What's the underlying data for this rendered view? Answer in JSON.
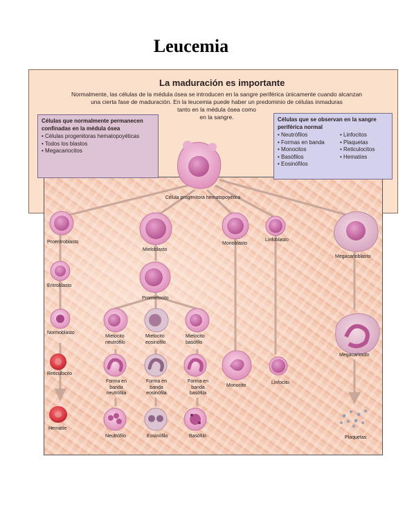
{
  "title": "Leucemia",
  "box": {
    "heading": "La maduración es importante",
    "intro_lines": [
      "Normalmente, las células de la médula ósea se introducen en la sangre periférica únicamente cuando alcanzan",
      "una cierta fase de maduración. En la leucemia puede haber un predominio de células inmaduras",
      "tanto en la médula ósea como",
      "en la sangre."
    ],
    "left_panel": {
      "title": "Células que normalmente permanecen confinadas en la médula ósea",
      "items": [
        "Células progenitoras hematopoyéticas",
        "Todos los blastos",
        "Megacariocitos"
      ]
    },
    "right_panel": {
      "title": "Células que se observan en la sangre periférica normal",
      "col1": [
        "Neutrófilos",
        "Formas en banda",
        "Monocitos",
        "Basófilos",
        "Eosinófilos"
      ],
      "col2": [
        "Linfocitos",
        "Plaquetas",
        "Reticulocitos",
        "Hematíes"
      ]
    }
  },
  "cells": {
    "progenitor": "Célula progenitora hematopoyética",
    "proeritroblasto": "Proeritroblasto",
    "eritroblasto": "Eritroblasto",
    "normoblasto": "Normoblasto",
    "reticulocito": "Reticulocito",
    "hematie": "Hematíe",
    "mieloblasto": "Mieloblasto",
    "promielocito": "Promielocito",
    "mielocito_neutrofilo": "Mielocito neutrófilo",
    "mielocito_eosinofilo": "Mielocito eosinófilo",
    "mielocito_basofilo": "Mielocito basófilo",
    "banda_neutrofila": "Forma en banda neutrófila",
    "banda_eosinofila": "Forma en banda eosinófila",
    "banda_basofila": "Forma en banda basófila",
    "neutrofilo": "Neutrófilo",
    "eosinofilo": "Eosinófilo",
    "basofilo": "Basófilo",
    "monoblasto": "Monoblasto",
    "monocito": "Monocito",
    "linfoblasto": "Linfoblasto",
    "linfocito": "Linfocito",
    "megacarioblasto": "Megacarioblasto",
    "megacariocito": "Megacariocito",
    "plaquetas": "Plaquetas"
  },
  "colors": {
    "box_background": "#fbe0cc",
    "left_panel": "#ddc3d4",
    "right_panel": "#d3d1ec",
    "tissue": "#f3c5ad",
    "arrow": "#c9a79a",
    "cell": "#e6a0c4",
    "nucleus": "#c0609a",
    "red_cell": "#e0424a"
  }
}
